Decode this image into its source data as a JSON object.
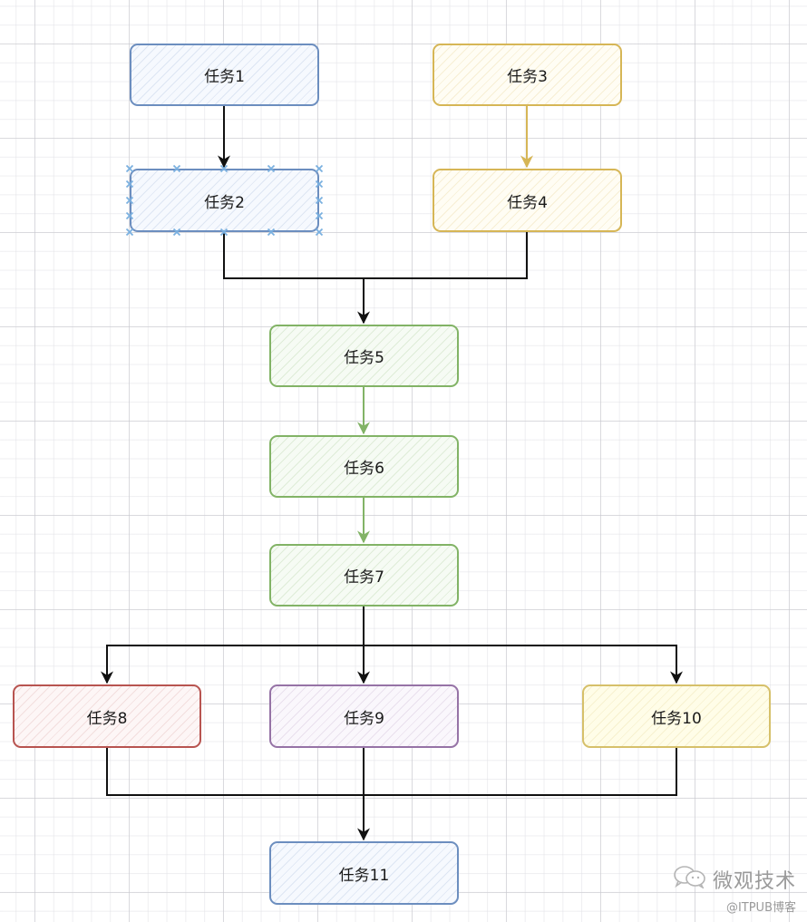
{
  "diagram": {
    "type": "flowchart",
    "nodes": [
      {
        "id": "task1",
        "label": "任务1",
        "stroke": "#6c8ebf",
        "fill": "#dae8fc"
      },
      {
        "id": "task2",
        "label": "任务2",
        "stroke": "#6c8ebf",
        "fill": "#dae8fc",
        "selected": true
      },
      {
        "id": "task3",
        "label": "任务3",
        "stroke": "#d6b656",
        "fill": "#fff2cc"
      },
      {
        "id": "task4",
        "label": "任务4",
        "stroke": "#d6b656",
        "fill": "#fff2cc"
      },
      {
        "id": "task5",
        "label": "任务5",
        "stroke": "#82b366",
        "fill": "#d5e8d4"
      },
      {
        "id": "task6",
        "label": "任务6",
        "stroke": "#82b366",
        "fill": "#d5e8d4"
      },
      {
        "id": "task7",
        "label": "任务7",
        "stroke": "#82b366",
        "fill": "#d5e8d4"
      },
      {
        "id": "task8",
        "label": "任务8",
        "stroke": "#b85450",
        "fill": "#f8cecc"
      },
      {
        "id": "task9",
        "label": "任务9",
        "stroke": "#9673a6",
        "fill": "#e1d5e7"
      },
      {
        "id": "task10",
        "label": "任务10",
        "stroke": "#d6b656",
        "fill": "#fff9d6"
      },
      {
        "id": "task11",
        "label": "任务11",
        "stroke": "#6c8ebf",
        "fill": "#dae8fc"
      }
    ],
    "edges": [
      {
        "from": "task1",
        "to": "task2",
        "color": "#111111"
      },
      {
        "from": "task3",
        "to": "task4",
        "color": "#d6b656"
      },
      {
        "from": "task2",
        "to": "task5",
        "color": "#111111"
      },
      {
        "from": "task4",
        "to": "task5",
        "color": "#111111"
      },
      {
        "from": "task5",
        "to": "task6",
        "color": "#82b366"
      },
      {
        "from": "task6",
        "to": "task7",
        "color": "#82b366"
      },
      {
        "from": "task7",
        "to": "task8",
        "color": "#111111"
      },
      {
        "from": "task7",
        "to": "task9",
        "color": "#111111"
      },
      {
        "from": "task7",
        "to": "task10",
        "color": "#111111"
      },
      {
        "from": "task8",
        "to": "task11",
        "color": "#111111"
      },
      {
        "from": "task9",
        "to": "task11",
        "color": "#111111"
      },
      {
        "from": "task10",
        "to": "task11",
        "color": "#111111"
      }
    ],
    "selection_handle_color": "#7ab0e0"
  },
  "watermark": {
    "icon": "wechat-icon",
    "brand": "微观技术",
    "source": "@ITPUB博客"
  }
}
